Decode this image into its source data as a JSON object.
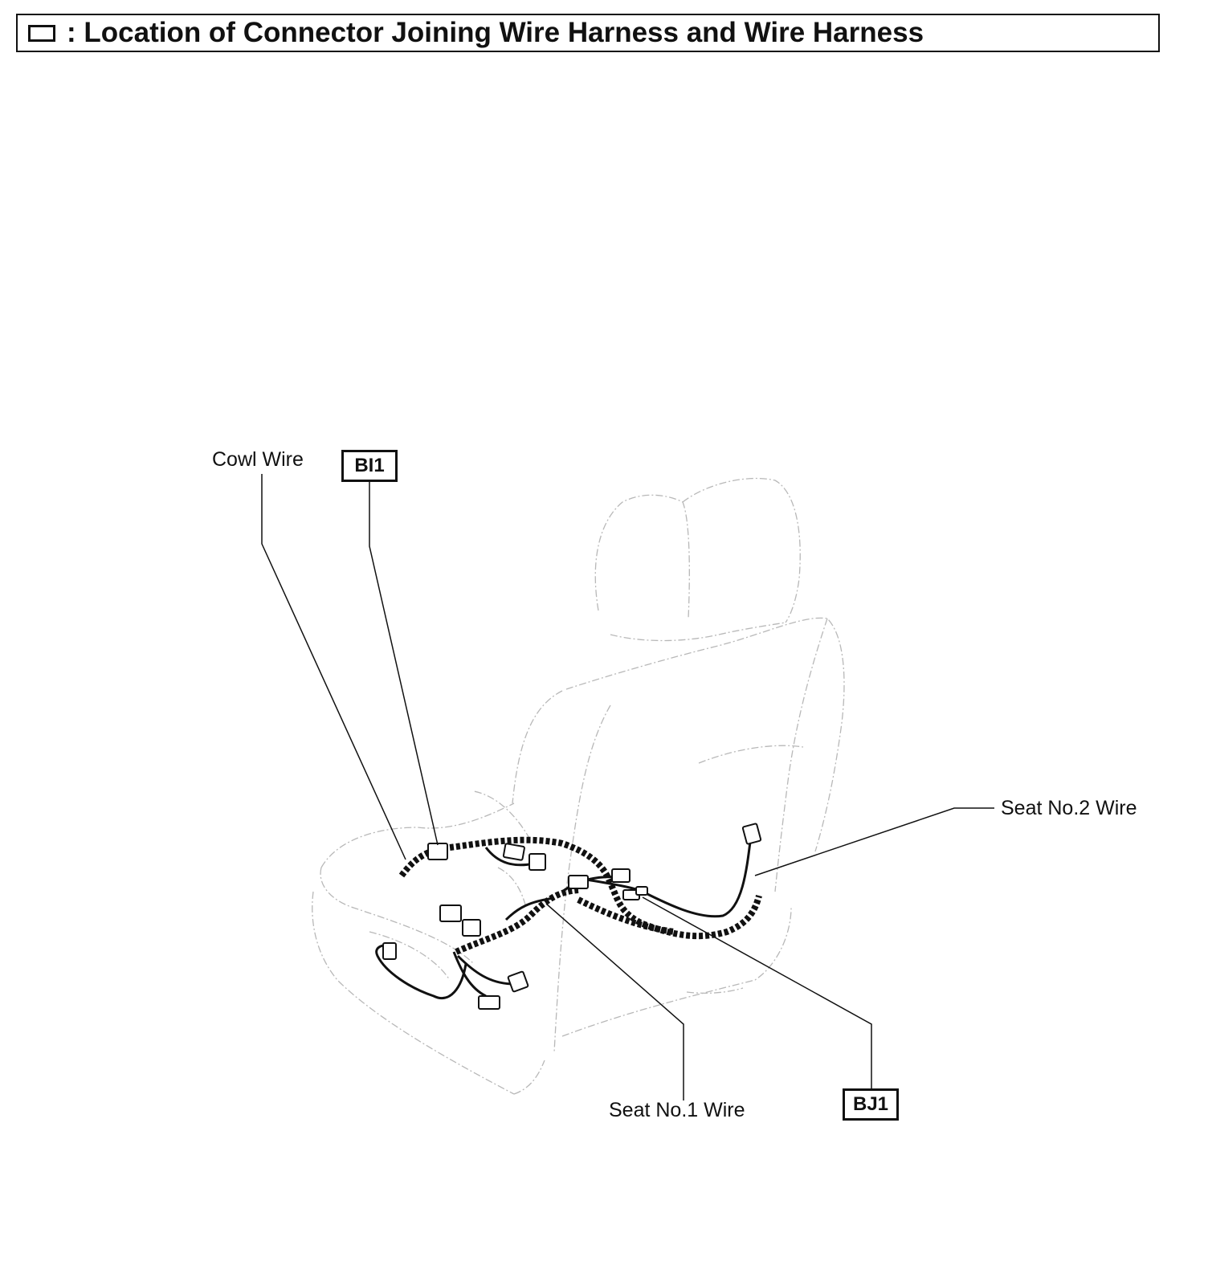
{
  "header": {
    "title": ": Location of Connector Joining Wire Harness and Wire Harness",
    "icon": "connector-box-icon"
  },
  "labels": {
    "cowl_wire": "Cowl Wire",
    "seat_no1_wire": "Seat No.1 Wire",
    "seat_no2_wire": "Seat No.2 Wire"
  },
  "connectors": {
    "bi1": "BI1",
    "bj1": "BJ1"
  }
}
